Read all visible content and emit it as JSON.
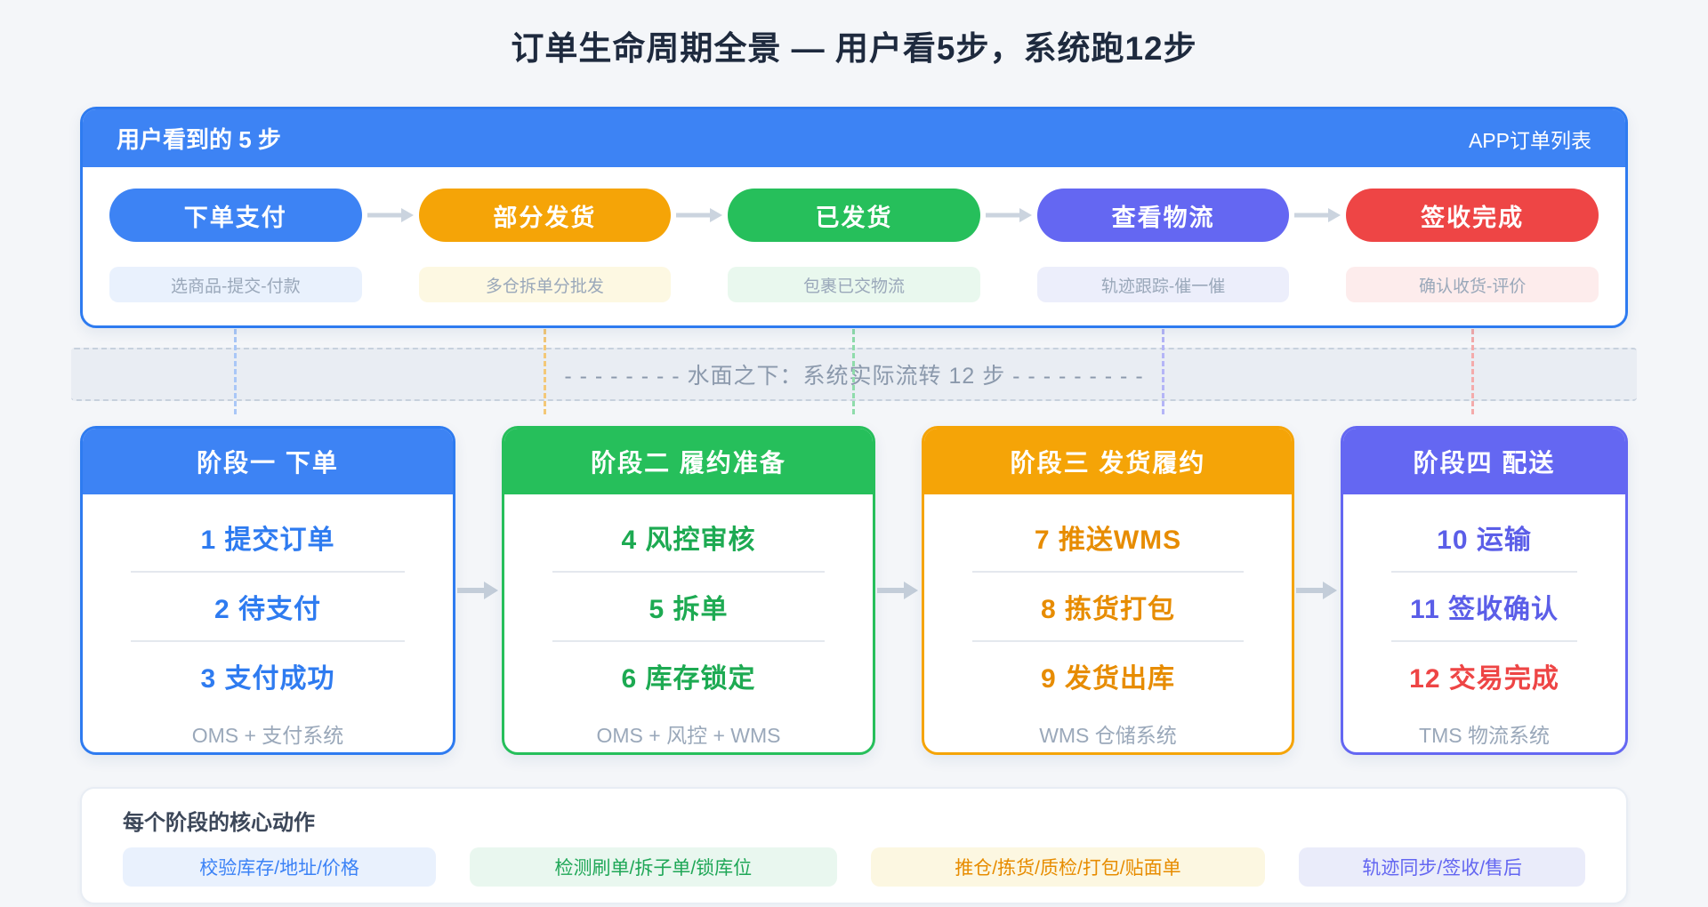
{
  "title": "订单生命周期全景 — 用户看5步，系统跑12步",
  "user_panel": {
    "header": "用户看到的 5 步",
    "header_right": "APP订单列表",
    "steps": [
      {
        "label": "下单支付",
        "sub": "选商品-提交-付款",
        "color": "#3d83f4"
      },
      {
        "label": "部分发货",
        "sub": "多仓拆单分批发",
        "color": "#f5a407"
      },
      {
        "label": "已发货",
        "sub": "包裹已交物流",
        "color": "#26bf5b"
      },
      {
        "label": "查看物流",
        "sub": "轨迹跟踪-催一催",
        "color": "#6467f2"
      },
      {
        "label": "签收完成",
        "sub": "确认收货-评价",
        "color": "#ee4545"
      }
    ]
  },
  "divider_label": "- - - - - - - -  水面之下：系统实际流转 12 步  - - - - - - - - -",
  "stages": [
    {
      "title": "阶段一 下单",
      "color": "#2e7bf0",
      "steps": [
        "1 提交订单",
        "2 待支付",
        "3 支付成功"
      ],
      "footer": "OMS + 支付系统"
    },
    {
      "title": "阶段二 履约准备",
      "color": "#26bf5b",
      "steps": [
        "4 风控审核",
        "5 拆单",
        "6 库存锁定"
      ],
      "footer": "OMS + 风控 + WMS"
    },
    {
      "title": "阶段三 发货履约",
      "color": "#f5a407",
      "steps": [
        "7 推送WMS",
        "8 拣货打包",
        "9 发货出库"
      ],
      "footer": "WMS 仓储系统"
    },
    {
      "title": "阶段四 配送",
      "color": "#6467f2",
      "steps": [
        "10 运输",
        "11 签收确认",
        "12 交易完成"
      ],
      "footer": "TMS 物流系统",
      "final_step_color": "#ee4545"
    }
  ],
  "actions": {
    "title": "每个阶段的核心动作",
    "chips": [
      {
        "label": "校验库存/地址/价格",
        "color": "#3b82f6"
      },
      {
        "label": "检测刷单/拆子单/锁库位",
        "color": "#1fa757"
      },
      {
        "label": "推仓/拣货/质检/打包/贴面单",
        "color": "#e78c00"
      },
      {
        "label": "轨迹同步/签收/售后",
        "color": "#6366f1"
      }
    ]
  }
}
